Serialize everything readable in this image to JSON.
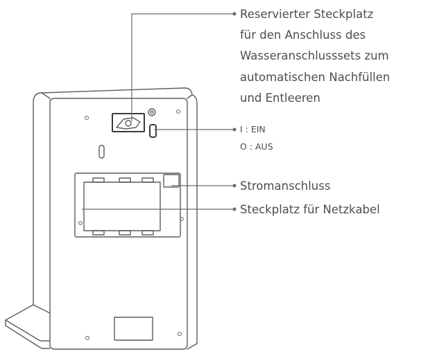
{
  "labels": {
    "water_slot": [
      "Reservierter Steckplatz",
      "für den Anschluss des",
      "Wasseranschlusssets zum",
      "automatischen Nachfüllen",
      "und Entleeren"
    ],
    "switch_on": "I : EIN",
    "switch_off": "O : AUS",
    "power_port": "Stromanschluss",
    "cable_slot": "Steckplatz für Netzkabel"
  }
}
